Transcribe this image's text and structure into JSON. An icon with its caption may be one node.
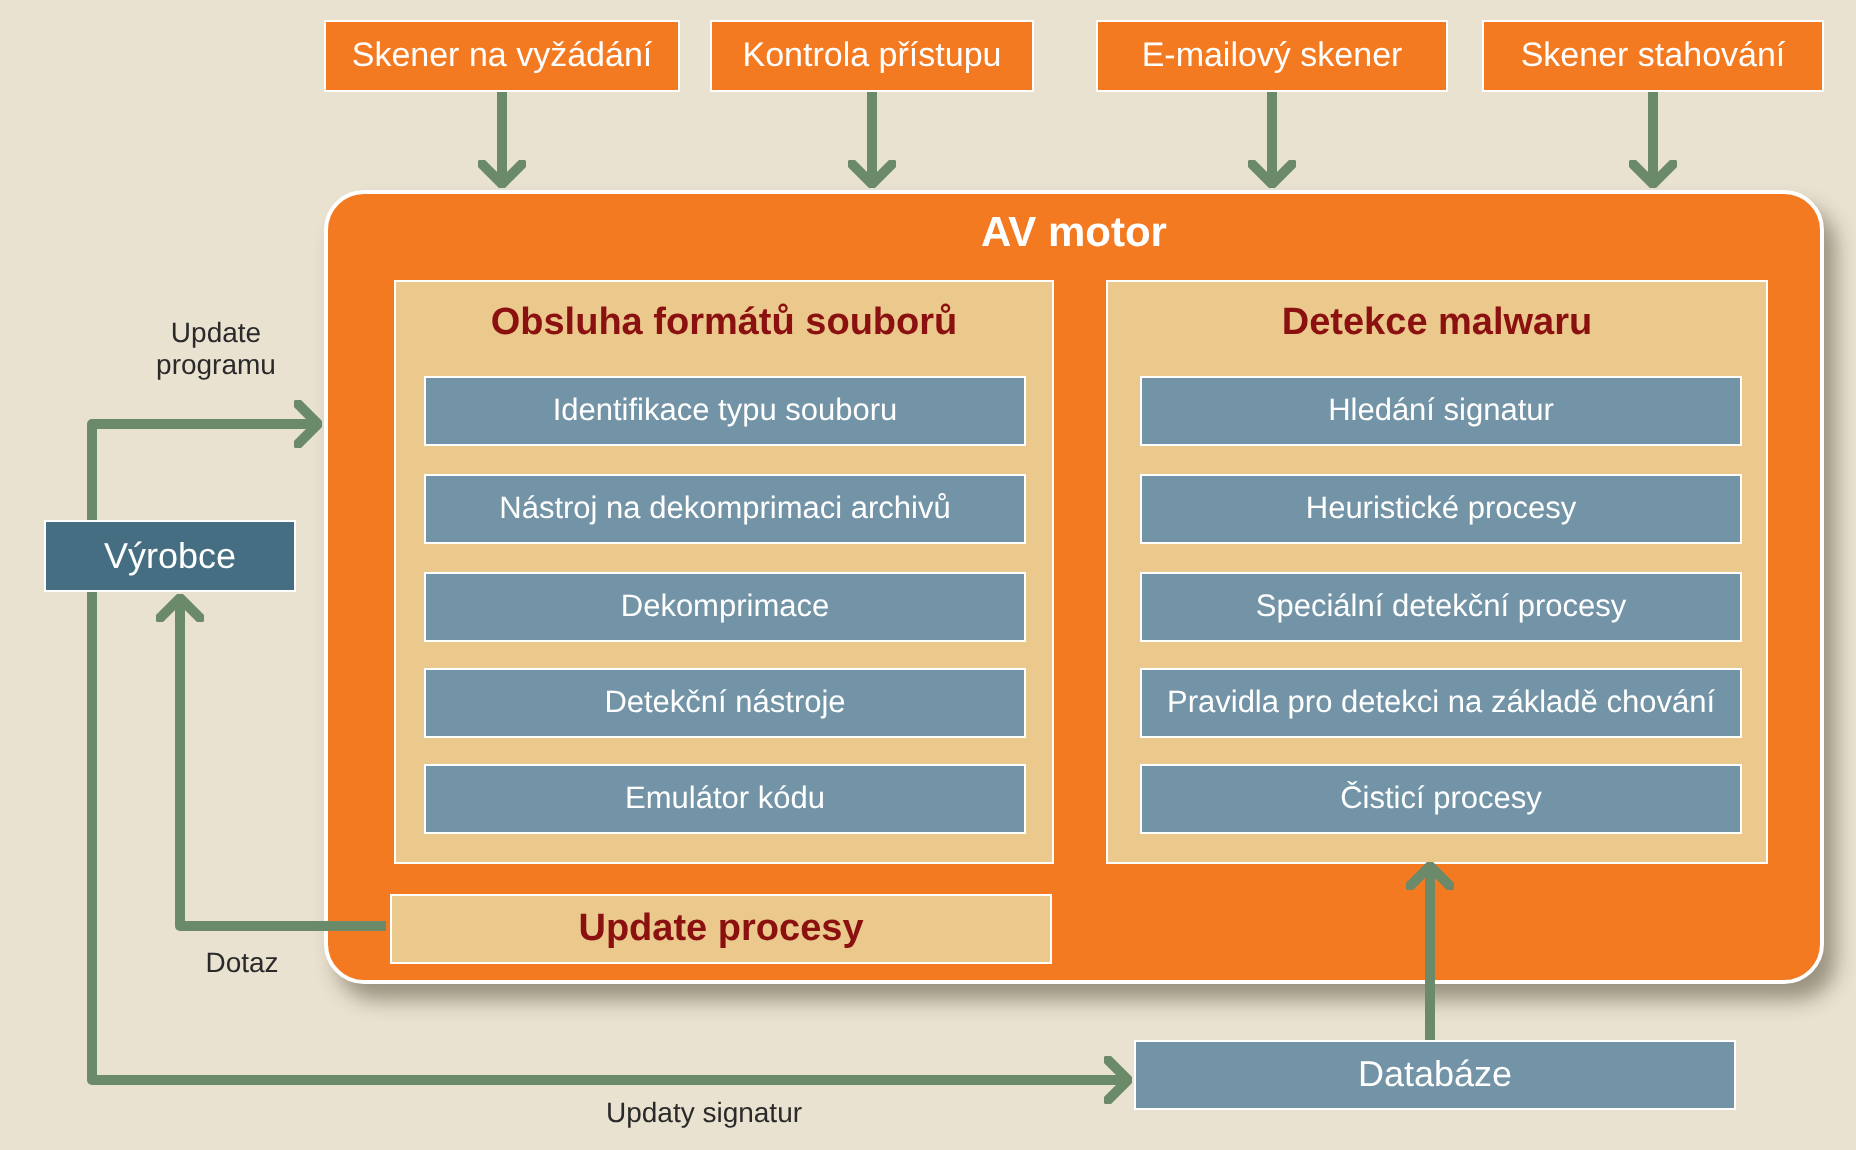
{
  "diagram": {
    "nodes": [
      {
        "text": [
          "Skener na vyžádání"
        ]
      },
      {
        "text": [
          "Kontrola přístupu"
        ]
      },
      {
        "text": [
          "E-mailový skener"
        ]
      },
      {
        "text": [
          "Skener stahování"
        ]
      },
      {
        "text": [
          "AV motor"
        ]
      },
      {
        "text": [
          "Obsluha formátů souborů"
        ],
        "in": 4
      },
      {
        "text": [
          "Identifikace typu souboru"
        ],
        "in": 5
      },
      {
        "text": [
          "Nástroj na dekomprimaci archivů"
        ],
        "in": 5
      },
      {
        "text": [
          "Dekomprimace"
        ],
        "in": 5
      },
      {
        "text": [
          "Detekční nástroje"
        ],
        "in": 5
      },
      {
        "text": [
          "Emulátor kódu"
        ],
        "in": 5
      },
      {
        "text": [
          "Detekce malwaru"
        ],
        "in": 4
      },
      {
        "text": [
          "Hledání signatur"
        ],
        "in": 11
      },
      {
        "text": [
          "Heuristické procesy"
        ],
        "in": 11
      },
      {
        "text": [
          "Speciální detekční procesy"
        ],
        "in": 11
      },
      {
        "text": [
          "Pravidla pro detekci na základě chování"
        ],
        "in": 11
      },
      {
        "text": [
          "Čisticí procesy"
        ],
        "in": 11
      },
      {
        "text": [
          "Update procesy"
        ],
        "in": 4
      },
      {
        "text": [
          "Výrobce"
        ]
      },
      {
        "text": [
          "Databáze"
        ]
      }
    ],
    "edges": [
      {
        "from": 0,
        "to": 4,
        "arrow": "to"
      },
      {
        "from": 1,
        "to": 4,
        "arrow": "to"
      },
      {
        "from": 2,
        "to": 4,
        "arrow": "to"
      },
      {
        "from": 3,
        "to": 4,
        "arrow": "to"
      },
      {
        "from": 18,
        "to": 4,
        "arrow": "to",
        "label": "Update programu"
      },
      {
        "from": 17,
        "to": 18,
        "arrow": "to",
        "label": "Dotaz"
      },
      {
        "from": 18,
        "to": 19,
        "arrow": "to",
        "label": "Updaty signatur"
      },
      {
        "from": 19,
        "to": 11,
        "arrow": "to"
      }
    ]
  }
}
